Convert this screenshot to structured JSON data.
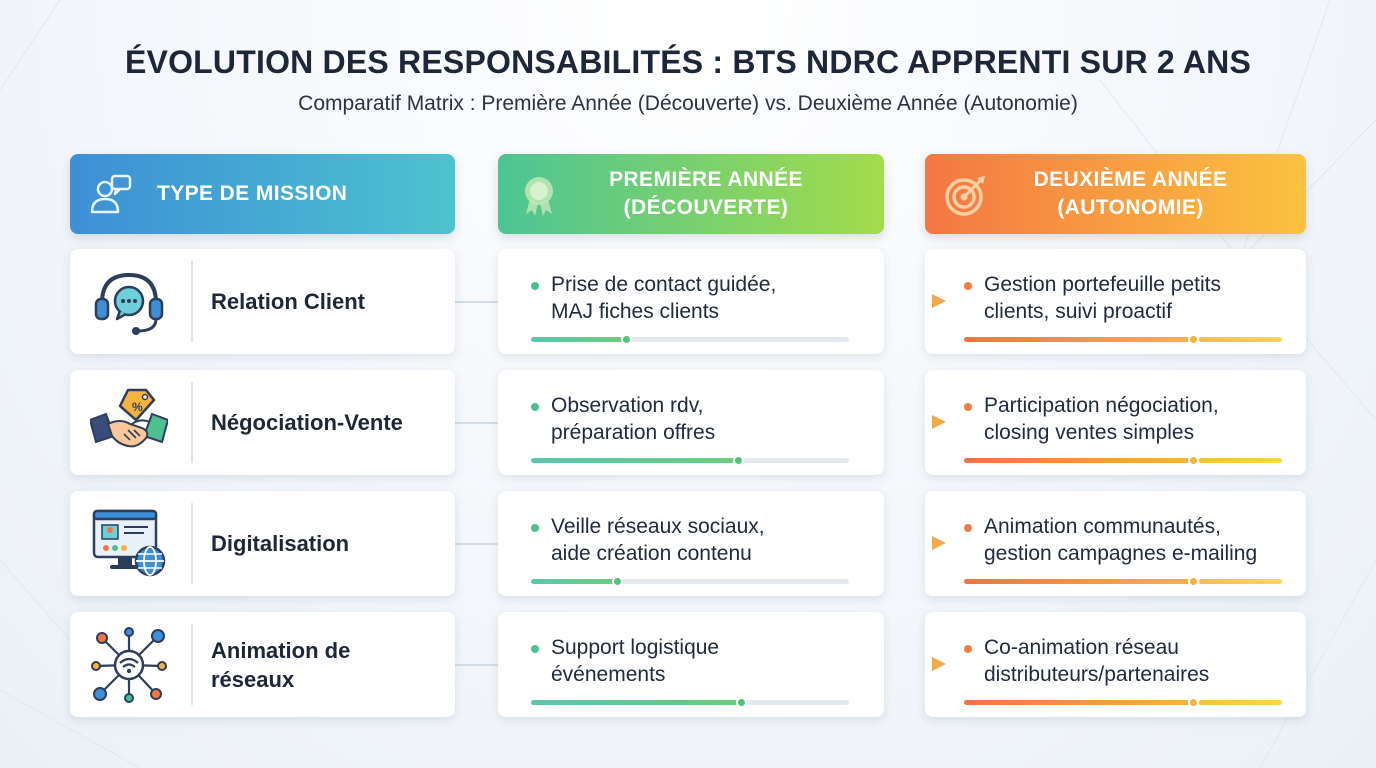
{
  "title": "ÉVOLUTION DES RESPONSABILITÉS : BTS NDRC APPRENTI SUR 2 ANS",
  "subtitle": "Comparatif Matrix : Première Année (Découverte) vs. Deuxième Année (Autonomie)",
  "headers": {
    "mission": {
      "label": "TYPE DE MISSION",
      "icon": "person-chat-icon"
    },
    "year1": {
      "line1": "PREMIÈRE ANNÉE",
      "line2": "(DÉCOUVERTE)",
      "icon": "award-medal-icon"
    },
    "year2": {
      "line1": "DEUXIÈME ANNÉE",
      "line2": "(AUTONOMIE)",
      "icon": "target-icon"
    }
  },
  "colors": {
    "mission_header": [
      "#3d8fd6",
      "#4dc3cf"
    ],
    "year1_header": [
      "#4dc495",
      "#a3dc4a"
    ],
    "year2_header": [
      "#f47743",
      "#fbc33f"
    ]
  },
  "rows": [
    {
      "mission": "Relation Client",
      "icon": "headset-chat-icon",
      "year1": {
        "line1": "Prise de contact guidée,",
        "line2": "MAJ fiches clients",
        "progress": 0.3
      },
      "year2": {
        "line1": "Gestion portefeuille petits",
        "line2": "clients, suivi proactif",
        "progress": 0.72
      }
    },
    {
      "mission": "Négociation-Vente",
      "icon": "handshake-tag-icon",
      "year1": {
        "line1": "Observation rdv,",
        "line2": "préparation offres",
        "progress": 0.65
      },
      "year2": {
        "line1": "Participation négociation,",
        "line2": "closing ventes simples",
        "progress": 0.72
      }
    },
    {
      "mission": "Digitalisation",
      "icon": "monitor-globe-icon",
      "year1": {
        "line1": "Veille réseaux sociaux,",
        "line2": "aide création contenu",
        "progress": 0.27
      },
      "year2": {
        "line1": "Animation communautés,",
        "line2": "gestion campagnes e-mailing",
        "progress": 0.72
      }
    },
    {
      "mission": "Animation de réseaux",
      "icon": "network-hub-icon",
      "year1": {
        "line1": "Support logistique",
        "line2": "événements",
        "progress": 0.66
      },
      "year2": {
        "line1": "Co-animation réseau",
        "line2": "distributeurs/partenaires",
        "progress": 0.72
      }
    }
  ]
}
